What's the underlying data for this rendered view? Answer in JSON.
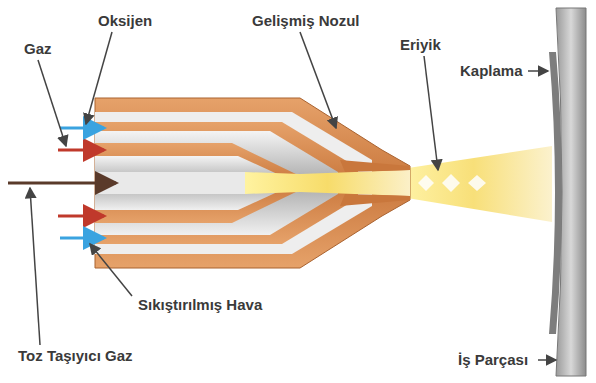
{
  "diagram": {
    "labels": [
      "Oksijen",
      "Gelişmiş Nozul",
      "Gaz",
      "Eriyik",
      "Kaplama",
      "Sıkıştırılmış Hava",
      "İş Parçası",
      "Toz Taşıyıcı Gaz"
    ]
  }
}
